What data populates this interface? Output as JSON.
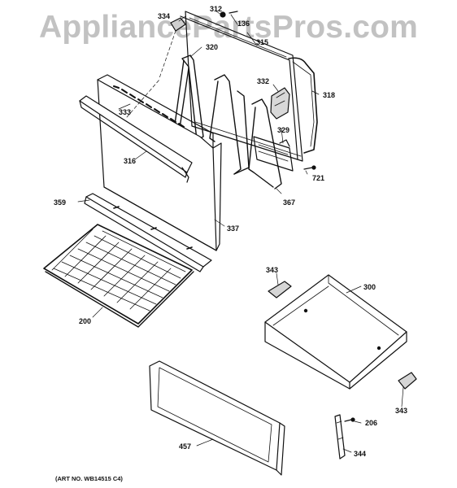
{
  "watermark": "AppliancePartsPros.com",
  "art_number": "(ART NO. WB14515 C4)",
  "parts": [
    {
      "id": "p312",
      "label": "312"
    },
    {
      "id": "p334",
      "label": "334"
    },
    {
      "id": "p136",
      "label": "136"
    },
    {
      "id": "p320",
      "label": "320"
    },
    {
      "id": "p315",
      "label": "315"
    },
    {
      "id": "p332",
      "label": "332"
    },
    {
      "id": "p318",
      "label": "318"
    },
    {
      "id": "p333",
      "label": "333"
    },
    {
      "id": "p329",
      "label": "329"
    },
    {
      "id": "p316",
      "label": "316"
    },
    {
      "id": "p721",
      "label": "721"
    },
    {
      "id": "p367",
      "label": "367"
    },
    {
      "id": "p359",
      "label": "359"
    },
    {
      "id": "p337",
      "label": "337"
    },
    {
      "id": "p343a",
      "label": "343"
    },
    {
      "id": "p300",
      "label": "300"
    },
    {
      "id": "p200",
      "label": "200"
    },
    {
      "id": "p343b",
      "label": "343"
    },
    {
      "id": "p206",
      "label": "206"
    },
    {
      "id": "p457",
      "label": "457"
    },
    {
      "id": "p344",
      "label": "344"
    }
  ]
}
